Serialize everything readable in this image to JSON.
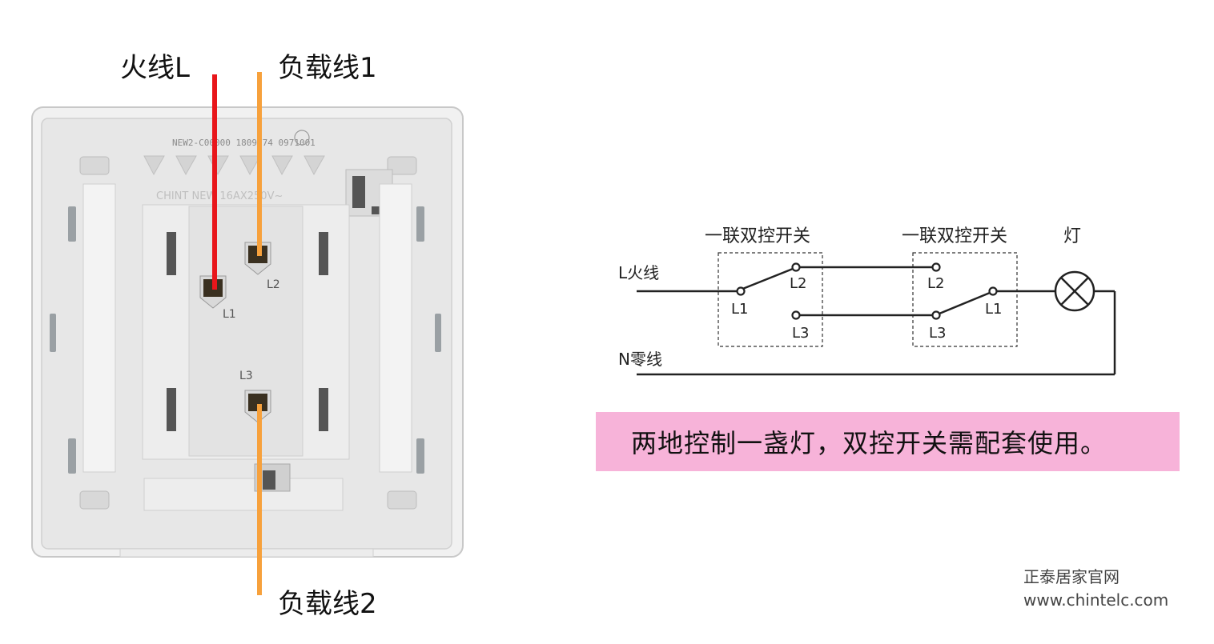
{
  "wire_labels": {
    "live": "火线L",
    "load1": "负载线1",
    "load2": "负载线2"
  },
  "switch_photo": {
    "model_text": "NEW2-C00000 1809174 0971001",
    "rating_text": "CHINT   NEW  16AX250V~",
    "terminal_l1": "L1",
    "terminal_l2": "L2",
    "terminal_l3": "L3"
  },
  "circuit": {
    "switch1_title": "一联双控开关",
    "switch2_title": "一联双控开关",
    "lamp_title": "灯",
    "live_label": "L火线",
    "neutral_label": "N零线",
    "s1_l1": "L1",
    "s1_l2": "L2",
    "s1_l3": "L3",
    "s2_l1": "L1",
    "s2_l2": "L2",
    "s2_l3": "L3"
  },
  "note": "两地控制一盏灯，双控开关需配套使用。",
  "brand": {
    "name": "正泰居家官网",
    "url": "www.chintelc.com"
  },
  "colors": {
    "live_wire": "#e8161b",
    "load_wire": "#f7a13c",
    "note_bg": "#f7b3d9"
  }
}
